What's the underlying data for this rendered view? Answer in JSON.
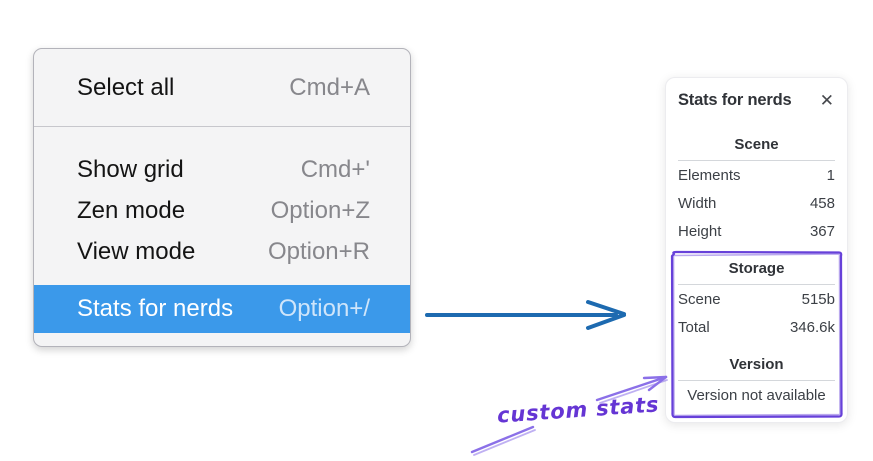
{
  "menu": {
    "items": [
      {
        "label": "Select all",
        "shortcut": "Cmd+A",
        "selected": false
      },
      {
        "label": "Show grid",
        "shortcut": "Cmd+'",
        "selected": false
      },
      {
        "label": "Zen mode",
        "shortcut": "Option+Z",
        "selected": false
      },
      {
        "label": "View mode",
        "shortcut": "Option+R",
        "selected": false
      },
      {
        "label": "Stats for nerds",
        "shortcut": "Option+/",
        "selected": true
      }
    ]
  },
  "stats_panel": {
    "title": "Stats for nerds",
    "close_glyph": "✕",
    "sections": [
      {
        "header": "Scene",
        "rows": [
          [
            "Elements",
            "1"
          ],
          [
            "Width",
            "458"
          ],
          [
            "Height",
            "367"
          ]
        ]
      },
      {
        "header": "Storage",
        "rows": [
          [
            "Scene",
            "515b"
          ],
          [
            "Total",
            "346.6k"
          ]
        ]
      },
      {
        "header": "Version",
        "rows": [],
        "note": "Version not available"
      }
    ]
  },
  "annotation": {
    "label": "custom stats"
  },
  "colors": {
    "menu_highlight": "#3b99ea",
    "menu_highlight_text": "#ffffff",
    "flow_arrow": "#1d6ab0",
    "annotation_box": "#6741d9",
    "annotation_arrow": "#8b70e8",
    "annotation_text": "#6535d4"
  }
}
